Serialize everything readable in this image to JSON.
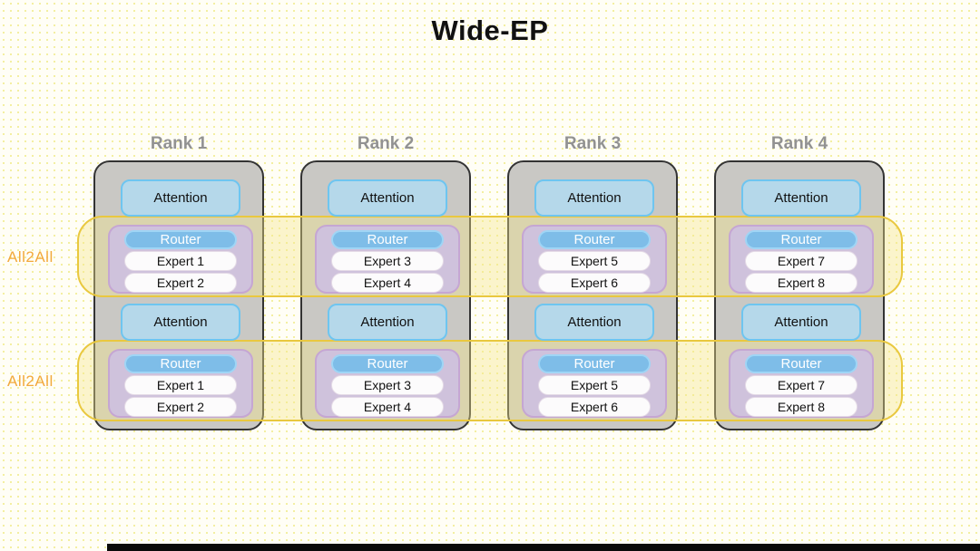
{
  "title": "Wide-EP",
  "bands": [
    {
      "label": "All2All"
    },
    {
      "label": "All2All"
    }
  ],
  "ranks": [
    {
      "label": "Rank 1",
      "layers": [
        {
          "attention": "Attention",
          "router": "Router",
          "experts": [
            "Expert 1",
            "Expert 2"
          ]
        },
        {
          "attention": "Attention",
          "router": "Router",
          "experts": [
            "Expert 1",
            "Expert 2"
          ]
        }
      ]
    },
    {
      "label": "Rank 2",
      "layers": [
        {
          "attention": "Attention",
          "router": "Router",
          "experts": [
            "Expert 3",
            "Expert 4"
          ]
        },
        {
          "attention": "Attention",
          "router": "Router",
          "experts": [
            "Expert 3",
            "Expert 4"
          ]
        }
      ]
    },
    {
      "label": "Rank 3",
      "layers": [
        {
          "attention": "Attention",
          "router": "Router",
          "experts": [
            "Expert 5",
            "Expert 6"
          ]
        },
        {
          "attention": "Attention",
          "router": "Router",
          "experts": [
            "Expert 5",
            "Expert 6"
          ]
        }
      ]
    },
    {
      "label": "Rank 4",
      "layers": [
        {
          "attention": "Attention",
          "router": "Router",
          "experts": [
            "Expert 7",
            "Expert 8"
          ]
        },
        {
          "attention": "Attention",
          "router": "Router",
          "experts": [
            "Expert 7",
            "Expert 8"
          ]
        }
      ]
    }
  ],
  "colors": {
    "background": "#FFFEF6",
    "title_text": "#111111",
    "rank_fill": "#C9C8C4",
    "rank_border": "#333333",
    "rank_label": "#929292",
    "attention_fill": "#B5D8EA",
    "attention_border": "#6EC5F0",
    "moe_fill": "#CFC2DC",
    "moe_border": "#C5A6D3",
    "router_fill": "#7EBDE8",
    "router_border": "#9FD5F5",
    "router_text": "#FFFFFF",
    "expert_fill": "#FCFBFC",
    "expert_border": "#E4DAE6",
    "band_fill": "rgba(244,229,140,0.40)",
    "band_border": "#E9C83F",
    "all2all_text": "#F2A93C"
  }
}
